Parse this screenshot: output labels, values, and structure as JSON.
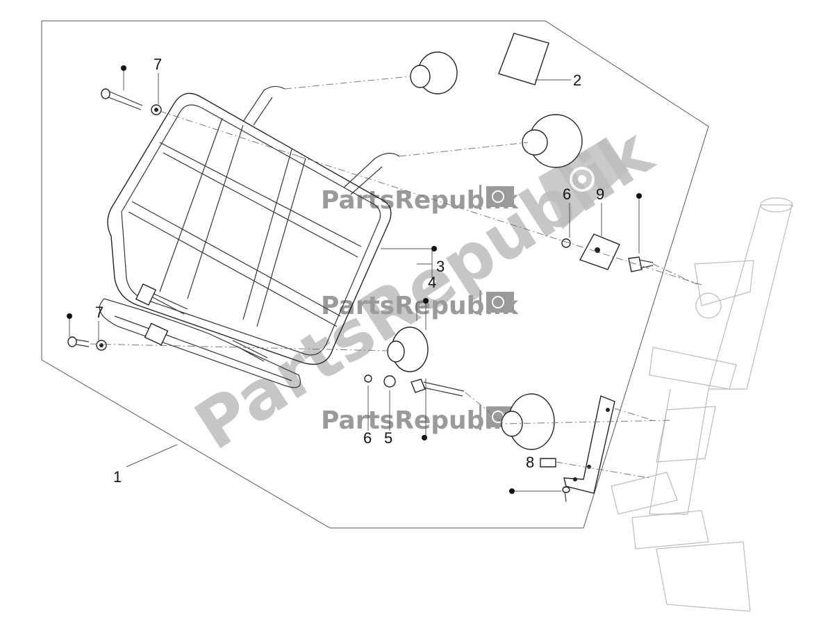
{
  "callouts": {
    "c1": "1",
    "c2": "2",
    "c3": "3",
    "c4": "4",
    "c5": "5",
    "c6a": "6",
    "c6b": "6",
    "c7a": "7",
    "c7b": "7",
    "c8": "8",
    "c9": "9"
  },
  "watermark": {
    "small_text": "PartsRepublik",
    "big_text": "PartsRepublik"
  },
  "colors": {
    "watermark": "#9a9a9a",
    "line": "#333333",
    "background": "#ffffff"
  }
}
